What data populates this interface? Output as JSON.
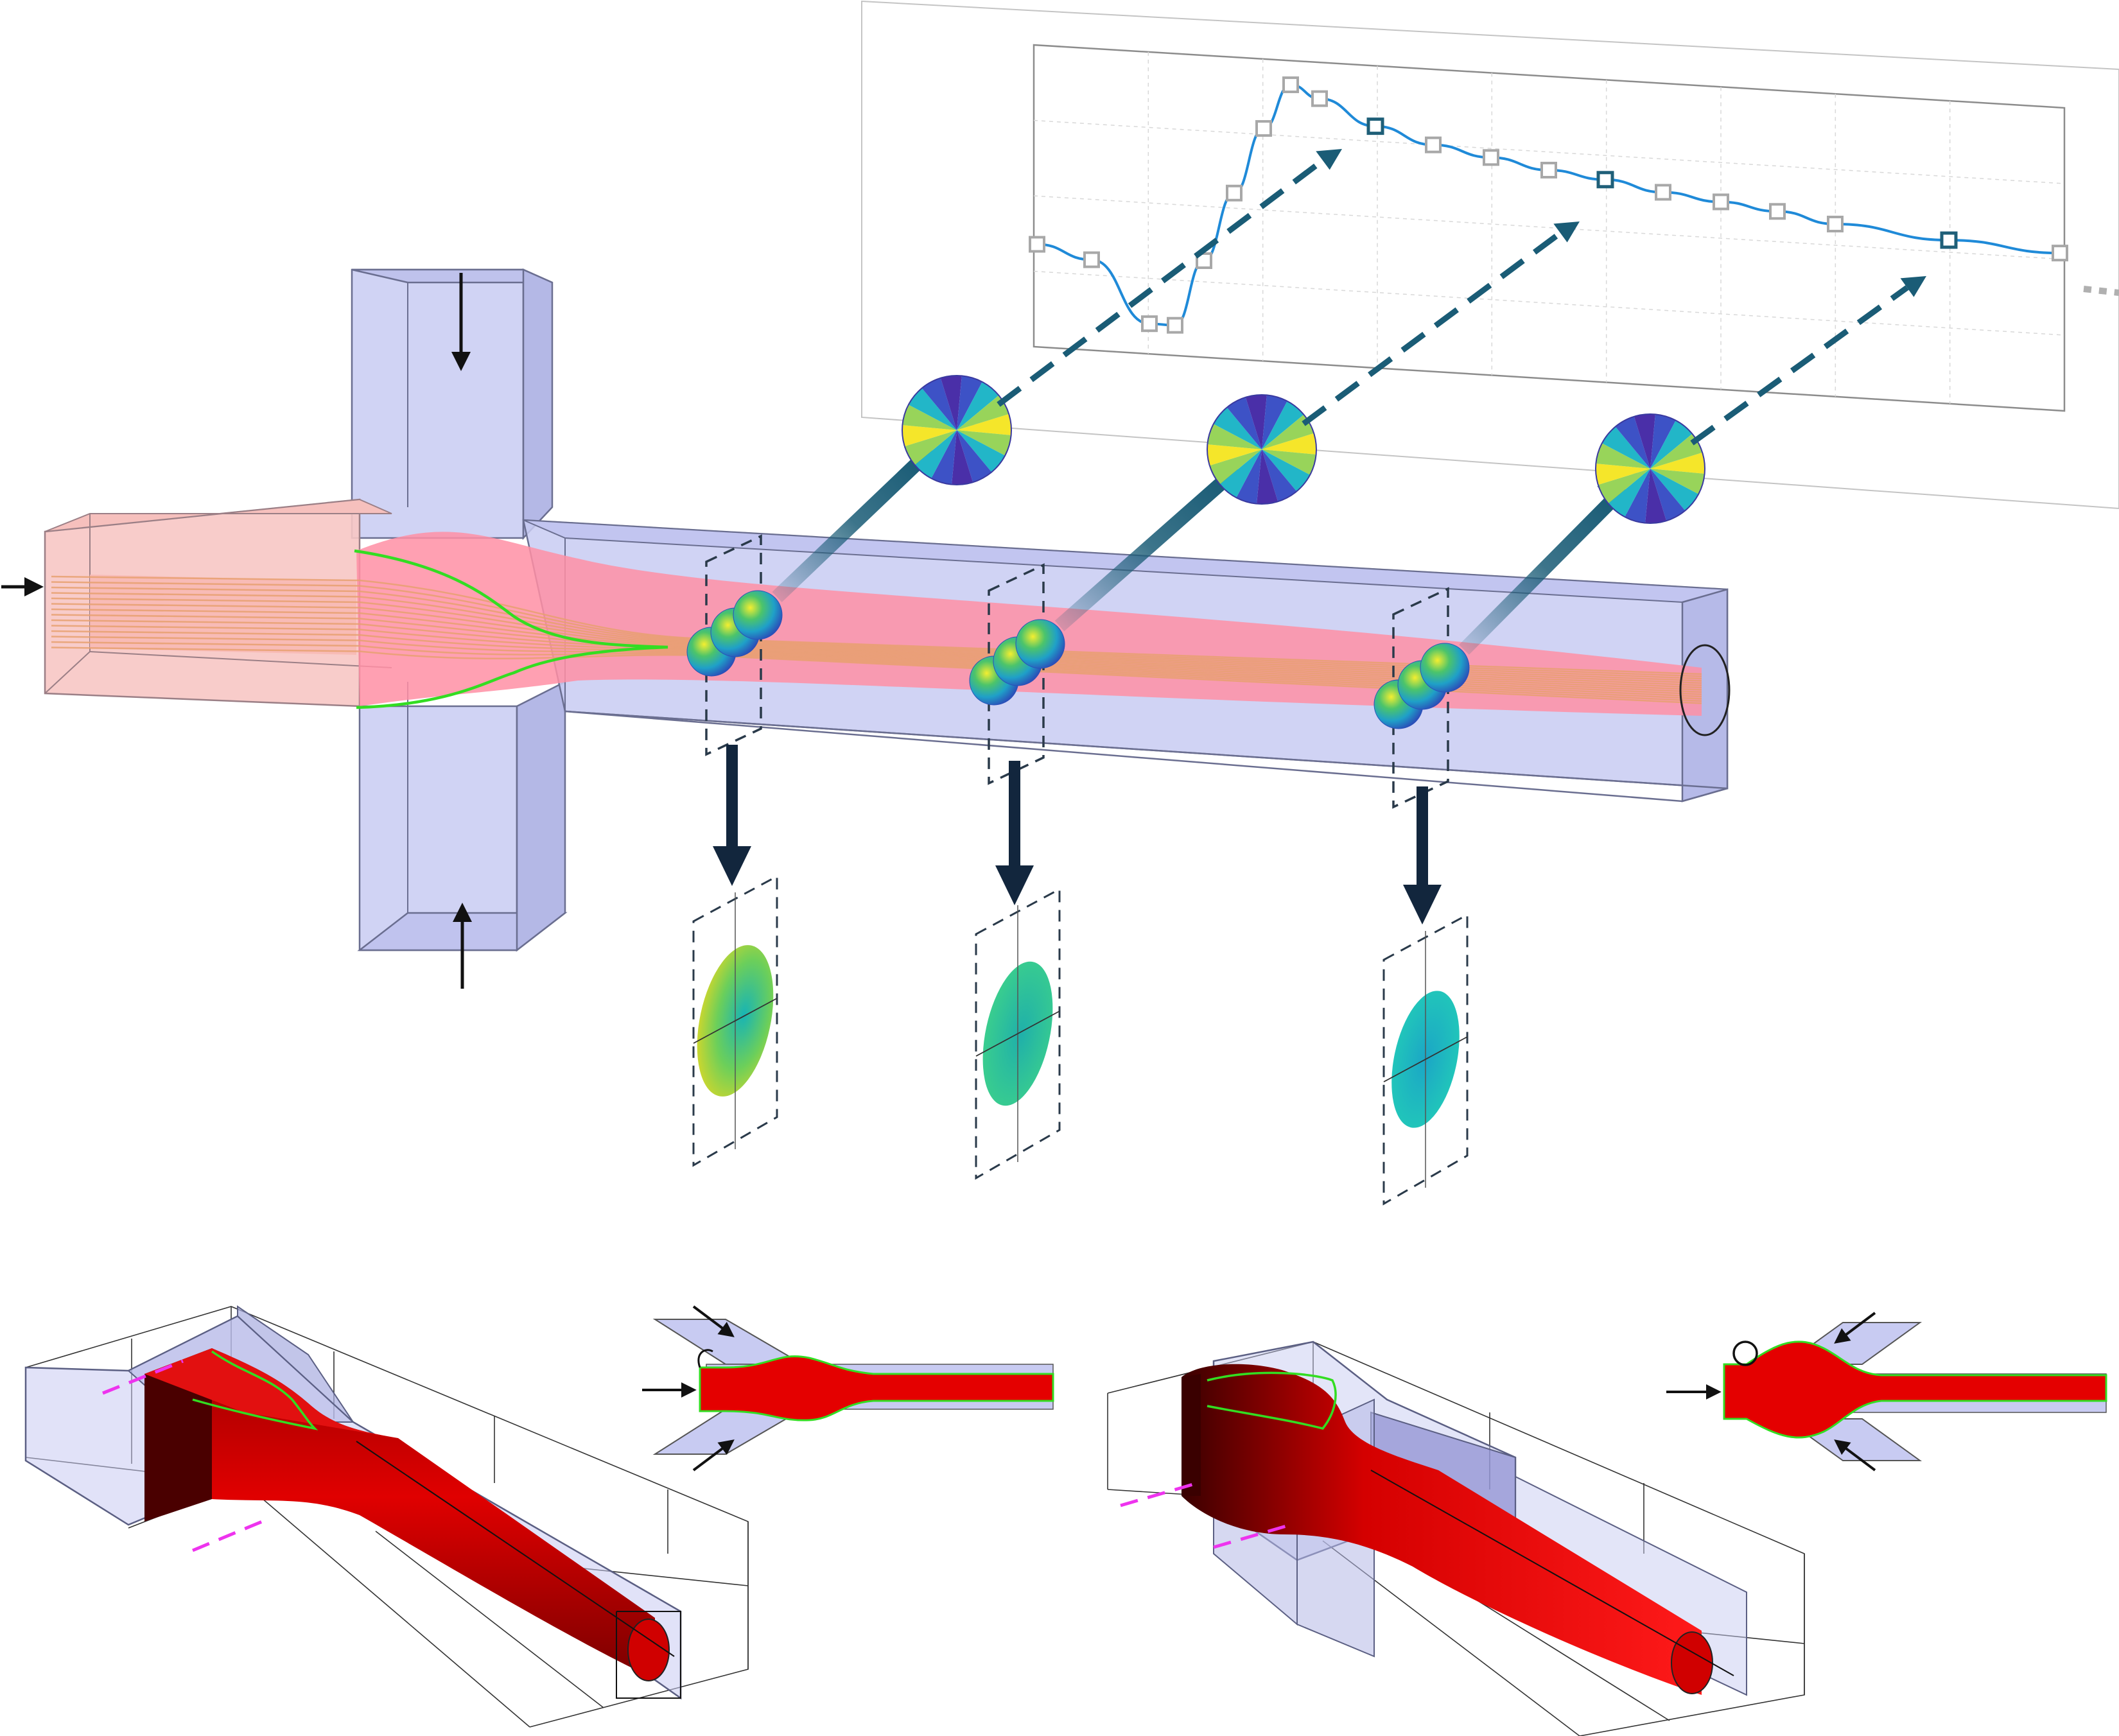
{
  "colors": {
    "channel_fill": "#c8cbf2",
    "channel_edge": "#8a8ea8",
    "focus_fluid": "#ff93a6",
    "inlet_fluid": "#f6b8b5",
    "contour": "#33dd22",
    "streamlines": "#e8a070",
    "data_line": "#1f8ad8",
    "marker_grey": "#a8a8a8",
    "marker_highlight": "#1f5f78",
    "arrow_teal": "#1a5c76",
    "arrow_navy": "#12263d",
    "red_thread": "#d00000",
    "magenta_dash": "#ee33ee"
  },
  "icons": [
    "arrow-icon",
    "cylinder-icon"
  ],
  "plot": {
    "grid": true,
    "series_points": [
      {
        "y": 0.34,
        "highlight": false
      },
      {
        "y": 0.3,
        "highlight": false
      },
      {
        "y": 0.1,
        "highlight": false
      },
      {
        "y": 0.1,
        "highlight": false
      },
      {
        "y": 0.32,
        "highlight": false
      },
      {
        "y": 0.55,
        "highlight": false
      },
      {
        "y": 0.77,
        "highlight": false
      },
      {
        "y": 0.92,
        "highlight": false
      },
      {
        "y": 0.88,
        "highlight": false
      },
      {
        "y": 0.8,
        "highlight": true
      },
      {
        "y": 0.75,
        "highlight": false
      },
      {
        "y": 0.72,
        "highlight": false
      },
      {
        "y": 0.69,
        "highlight": false
      },
      {
        "y": 0.67,
        "highlight": true
      },
      {
        "y": 0.64,
        "highlight": false
      },
      {
        "y": 0.62,
        "highlight": false
      },
      {
        "y": 0.6,
        "highlight": false
      },
      {
        "y": 0.57,
        "highlight": false
      },
      {
        "y": 0.54,
        "highlight": true
      },
      {
        "y": 0.52,
        "highlight": false
      }
    ]
  },
  "stations": [
    {
      "id": "station-1"
    },
    {
      "id": "station-2"
    },
    {
      "id": "station-3"
    }
  ]
}
